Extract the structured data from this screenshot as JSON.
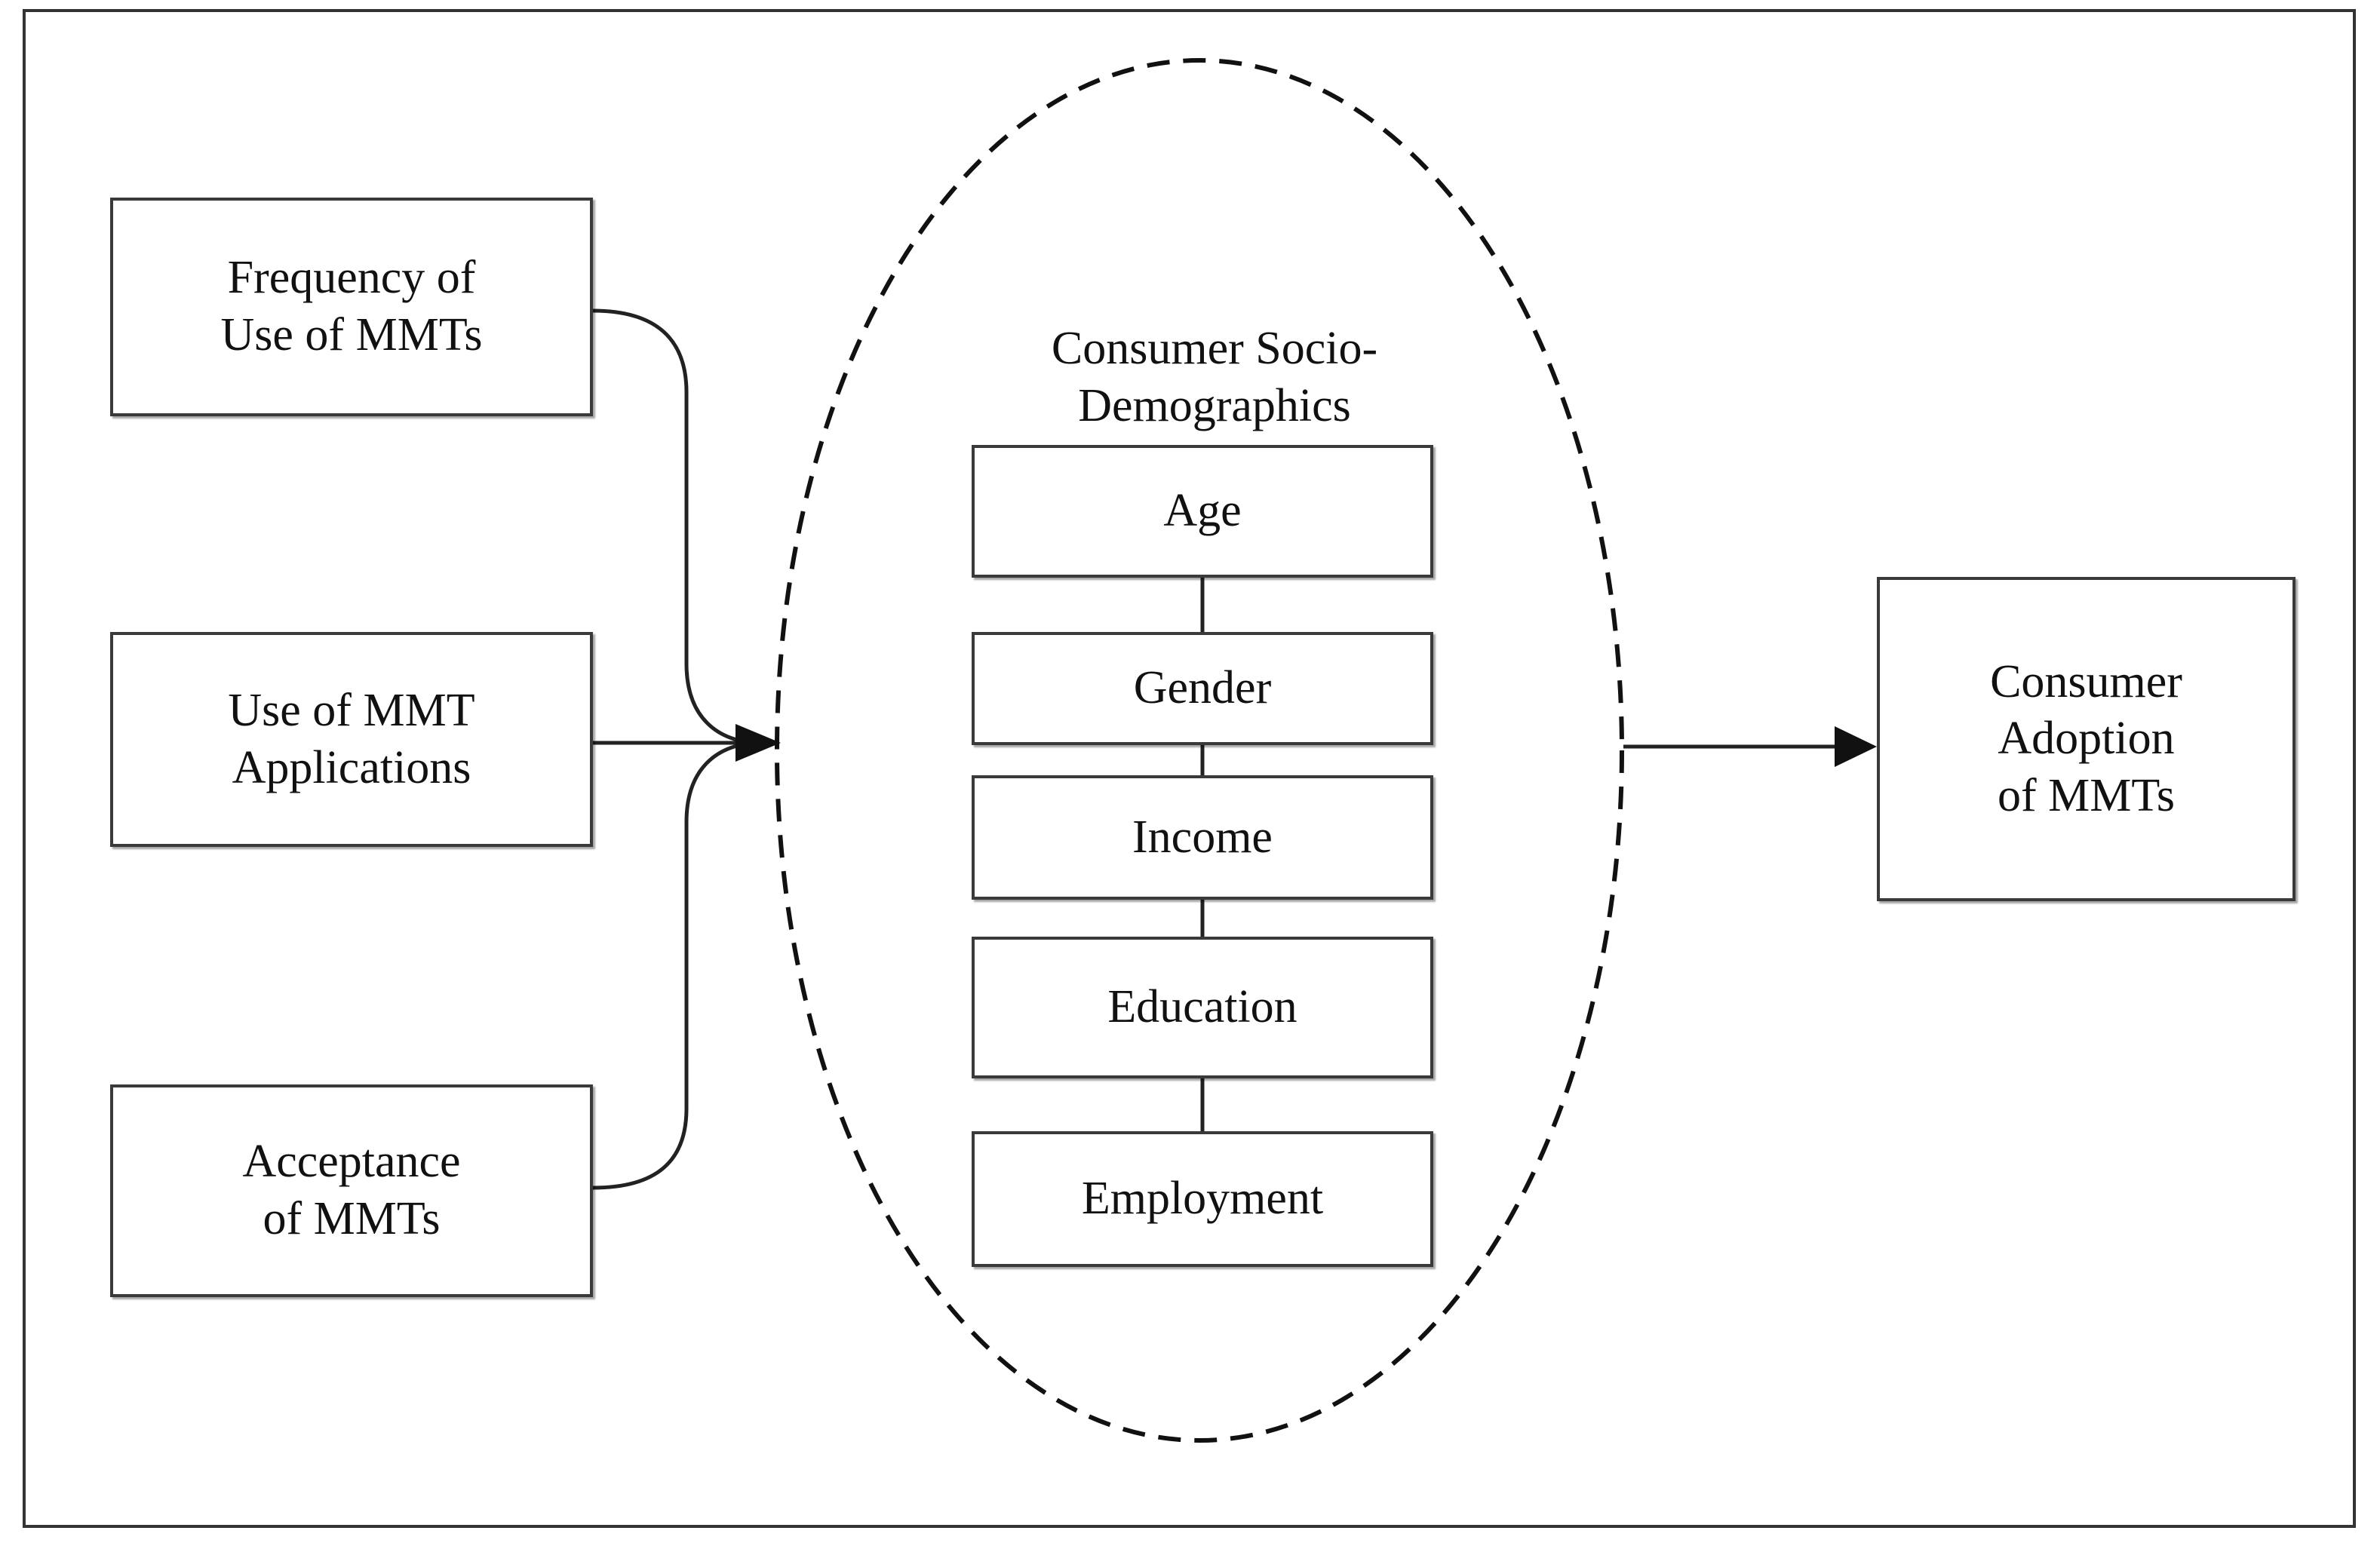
{
  "inputs": [
    {
      "lines": [
        "Frequency of",
        "Use of MMTs"
      ]
    },
    {
      "lines": [
        "Use of MMT",
        "Applications"
      ]
    },
    {
      "lines": [
        "Acceptance",
        "of MMTs"
      ]
    }
  ],
  "moderator": {
    "title_lines": [
      "Consumer Socio-",
      "Demographics"
    ],
    "items": [
      "Age",
      "Gender",
      "Income",
      "Education",
      "Employment"
    ]
  },
  "outcome": {
    "lines": [
      "Consumer",
      "Adoption",
      "of MMTs"
    ]
  }
}
